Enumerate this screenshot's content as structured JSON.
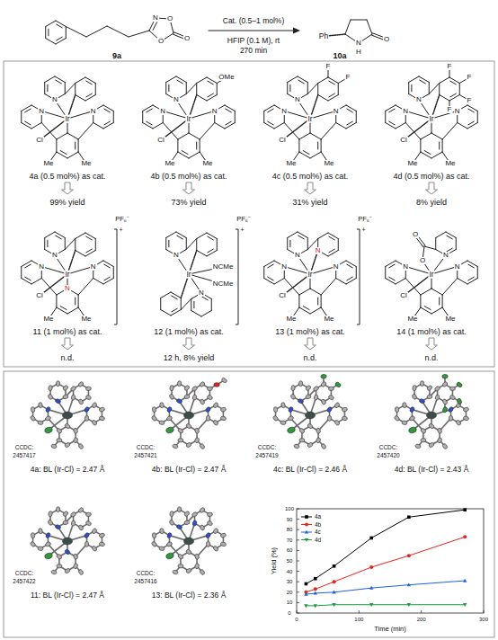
{
  "diagram": {
    "labels": [
      "N",
      "O",
      "O",
      "O",
      "9a",
      "Cat. (0.5–1 mol%)",
      "HFIP (0.1 M), rt",
      "270 min",
      "Ph",
      "N",
      "H",
      "O",
      "10a",
      "N",
      "N",
      "Cl",
      "Me",
      "Me",
      "Ir",
      "N",
      "4a (0.5 mol%) as cat.",
      "99% yield",
      "N",
      "N",
      "Cl",
      "Me",
      "Me",
      "Ir",
      "N",
      "OMe",
      "4b (0.5 mol%) as cat.",
      "73% yield",
      "N",
      "N",
      "Cl",
      "Me",
      "Me",
      "Ir",
      "N",
      "F",
      "F",
      "4c (0.5 mol%) as cat.",
      "31% yield",
      "N",
      "N",
      "Cl",
      "Me",
      "Me",
      "Ir",
      "N",
      "F",
      "F",
      "F",
      "F",
      "4d (0.5 mol%) as cat.",
      "8% yield",
      "N",
      "N",
      "N",
      "Cl",
      "Me",
      "Me",
      "Ir",
      "N",
      "+",
      "PF₆⁻",
      "11 (1 mol%) as cat.",
      "n.d.",
      "Ir",
      "N",
      "N",
      "NCMe",
      "NCMe",
      "+",
      "PF₆⁻",
      "12 (1 mol%) as cat.",
      "12 h, 8% yield",
      "N",
      "N",
      "Cl",
      "Me",
      "Me",
      "Ir",
      "N",
      "N",
      "+",
      "PF₆⁻",
      "13 (1 mol%) as cat.",
      "n.d.",
      "N",
      "N",
      "Cl",
      "Me",
      "Me",
      "Ir",
      "N",
      "O",
      "O",
      "14 (1 mol%) as cat.",
      "n.d.",
      "CCDC:",
      "2457417",
      "4a: BL (Ir-Cl) = 2.47 Å",
      "CCDC:",
      "2457421",
      "4b: BL (Ir-Cl) = 2.47 Å",
      "CCDC:",
      "2457419",
      "4c: BL (Ir-Cl) = 2.46 Å",
      "CCDC:",
      "2457420",
      "4d: BL (Ir-Cl) = 2.43 Å",
      "CCDC:",
      "2457422",
      "11: BL (Ir-Cl) = 2.47 Å",
      "CCDC:",
      "2457416",
      "13: BL (Ir-Cl) = 2.36 Å",
      "0",
      "10",
      "20",
      "30",
      "40",
      "50",
      "60",
      "70",
      "80",
      "90",
      "100",
      "0",
      "100",
      "200",
      "300",
      "Yield (%)",
      "Time (min)"
    ],
    "legend": [
      {
        "text": "4a"
      },
      {
        "text": "4b"
      },
      {
        "text": "4c"
      },
      {
        "text": "4d"
      }
    ]
  }
}
